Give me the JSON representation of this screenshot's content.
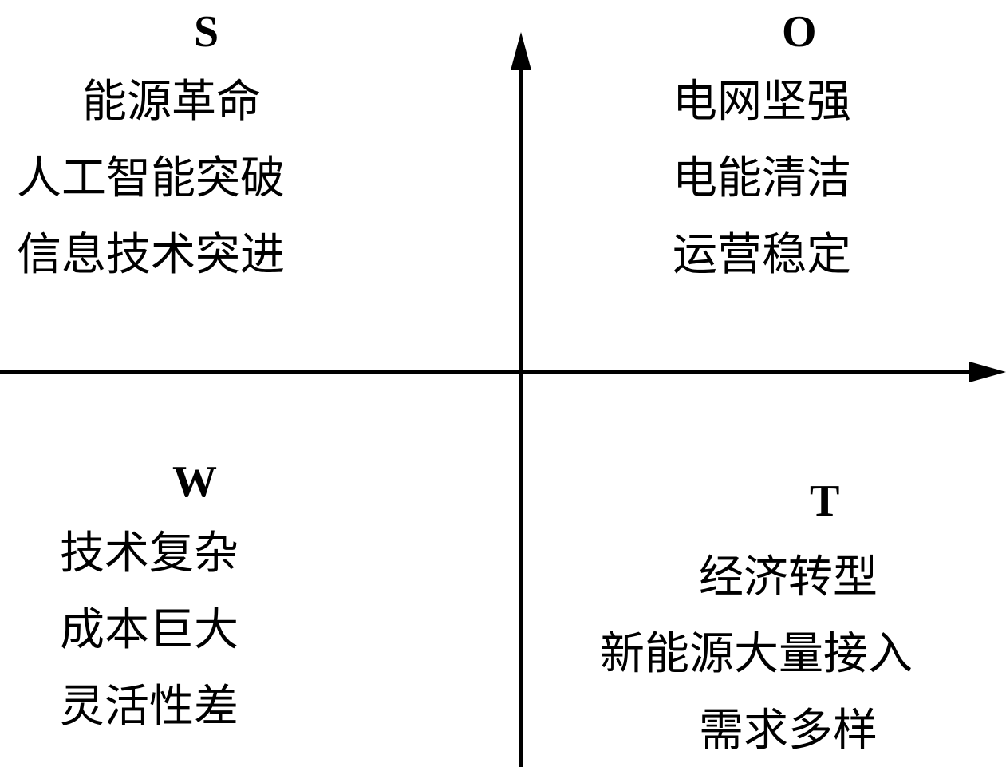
{
  "strengths": {
    "letter": "S",
    "items": [
      "能源革命",
      "人工智能突破",
      "信息技术突进"
    ]
  },
  "opportunities": {
    "letter": "O",
    "items": [
      "电网坚强",
      "电能清洁",
      "运营稳定"
    ]
  },
  "weaknesses": {
    "letter": "W",
    "items": [
      "技术复杂",
      "成本巨大",
      "灵活性差"
    ]
  },
  "threats": {
    "letter": "T",
    "items": [
      "经济转型",
      "新能源大量接入",
      "需求多样"
    ]
  }
}
